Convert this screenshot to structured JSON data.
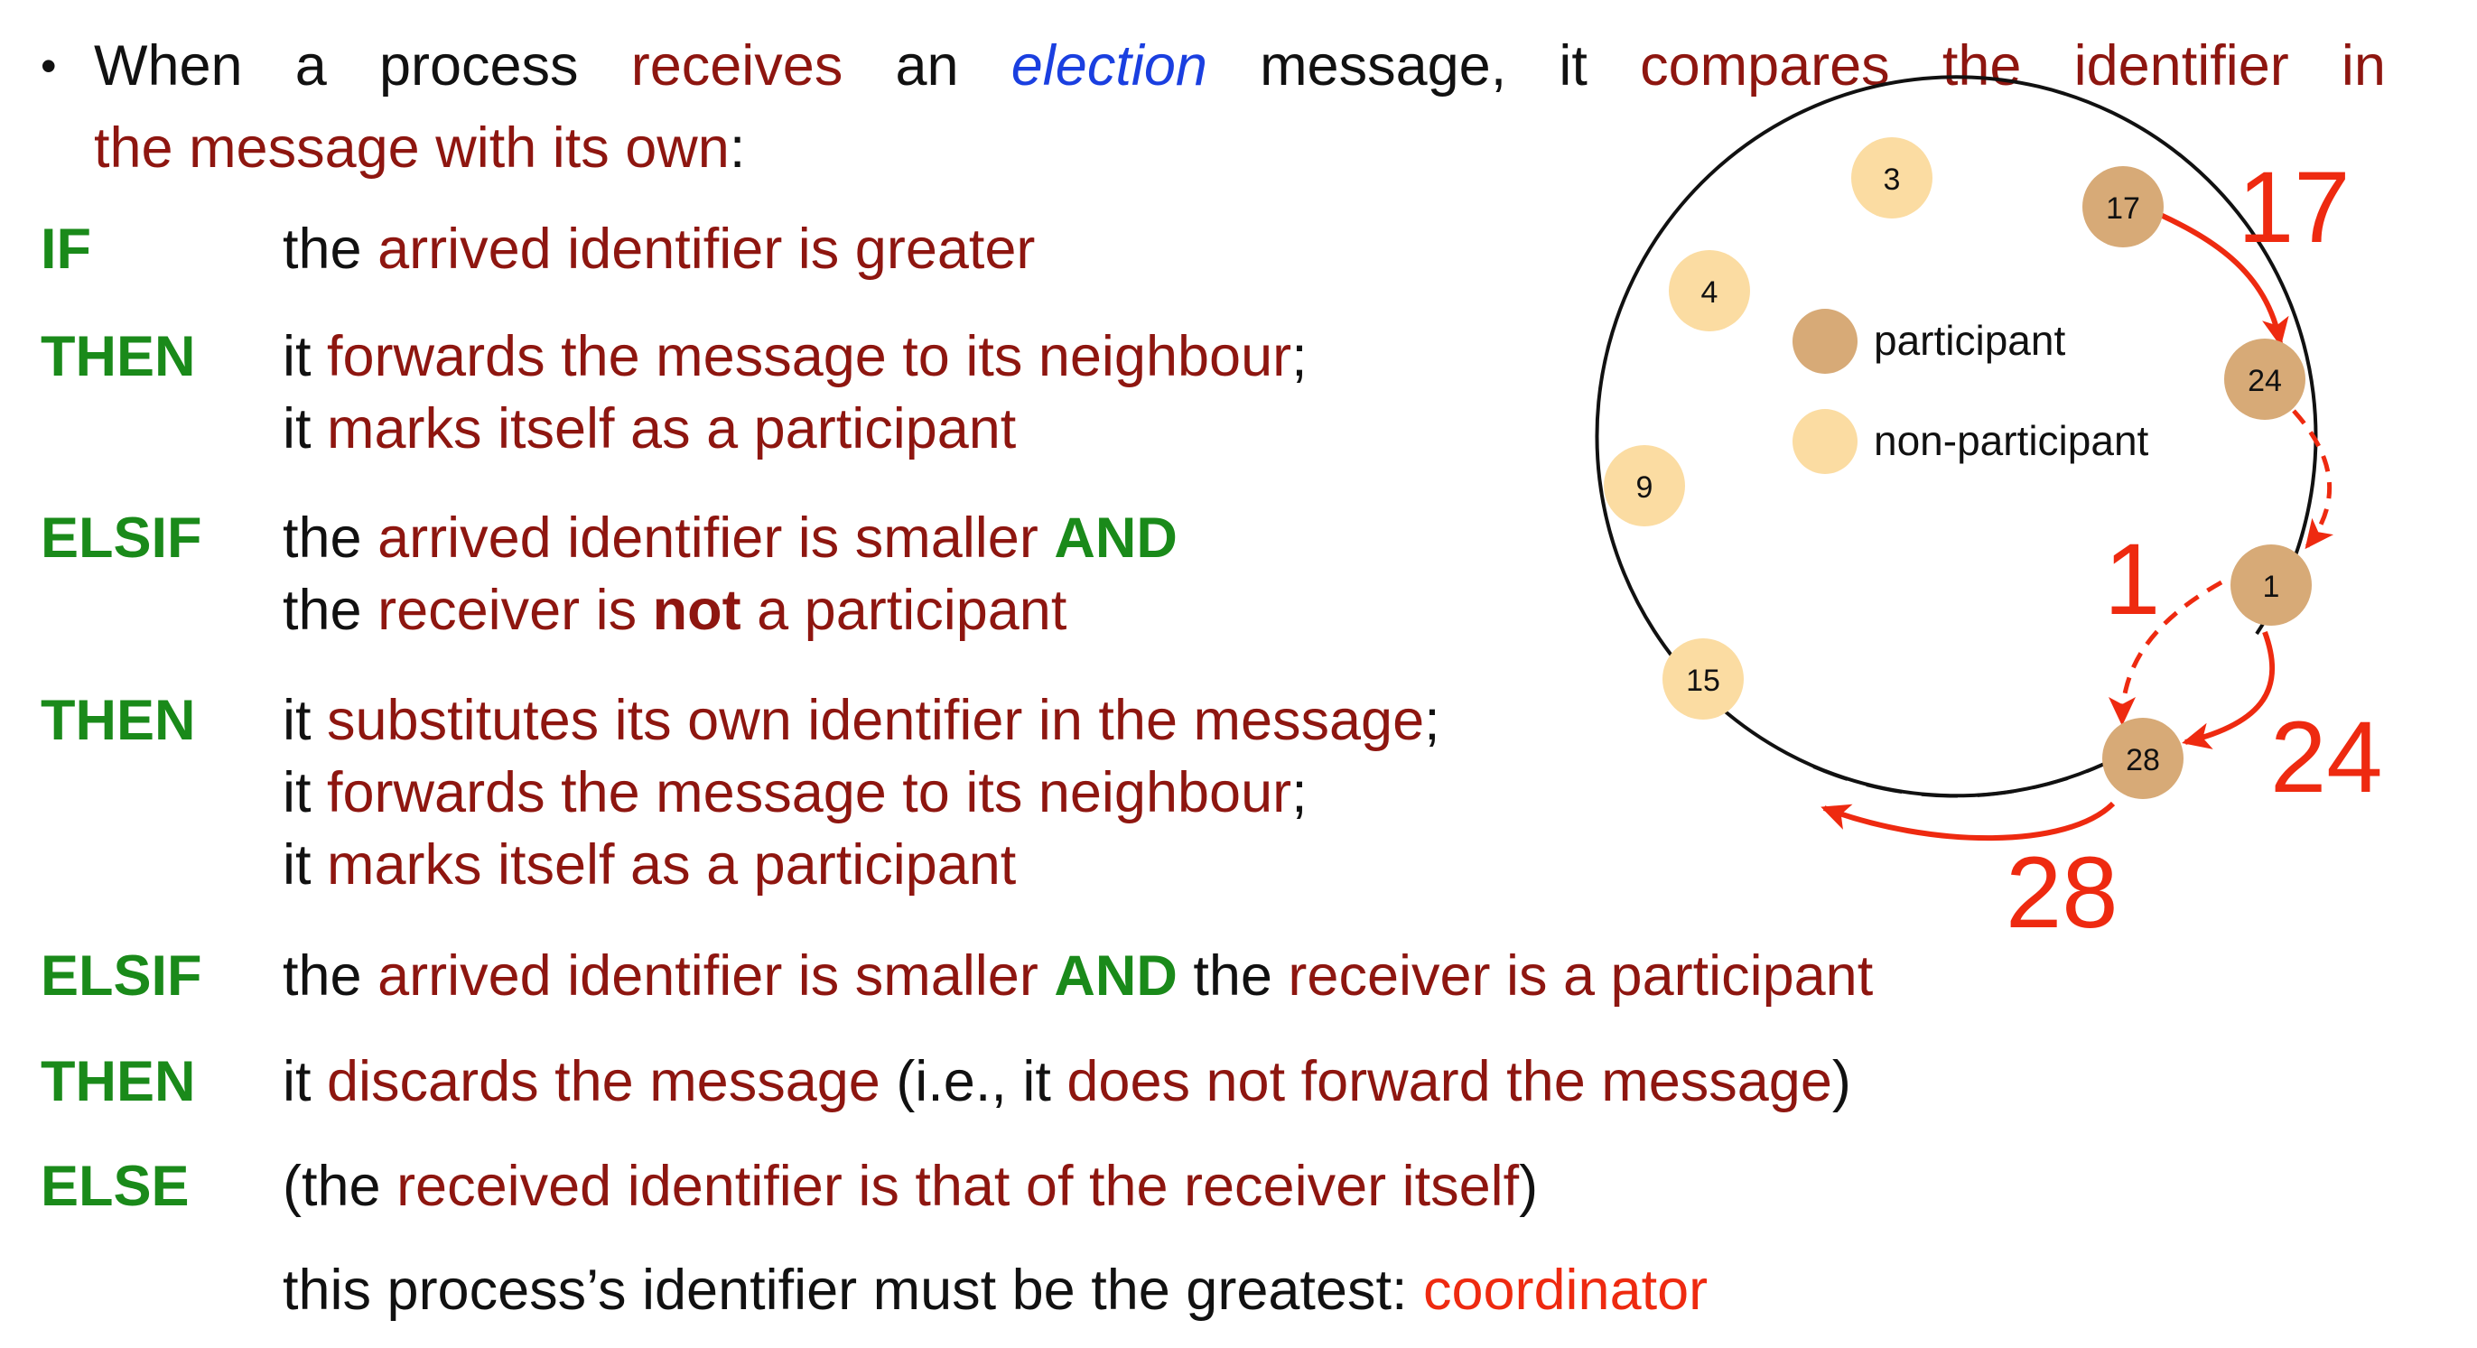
{
  "bullet": "•",
  "intro": {
    "line1": [
      "When",
      "a",
      "process",
      "receives",
      "an",
      "election",
      "message,",
      "it",
      "compares",
      "the",
      "identifier",
      "in"
    ],
    "line1_style": [
      "",
      "",
      "",
      "r",
      "",
      "b",
      "",
      "",
      "r",
      "r",
      "r",
      "r"
    ],
    "line2_red": "the message with its own",
    "line2_tail": ":"
  },
  "rules": [
    {
      "keyword": "IF",
      "lines": [
        [
          [
            "the ",
            ""
          ],
          [
            "arrived identifier is greater",
            "r"
          ]
        ]
      ]
    },
    {
      "keyword": "THEN",
      "lines": [
        [
          [
            "it ",
            ""
          ],
          [
            "forwards the message to its neighbour",
            "r"
          ],
          [
            ";",
            ""
          ]
        ],
        [
          [
            "it ",
            ""
          ],
          [
            "marks itself as a participant",
            "r"
          ]
        ]
      ]
    },
    {
      "keyword": "ELSIF",
      "lines": [
        [
          [
            "the ",
            ""
          ],
          [
            "arrived identifier is smaller ",
            "r"
          ],
          [
            "AND",
            "g"
          ]
        ],
        [
          [
            "the ",
            ""
          ],
          [
            "receiver is ",
            "r"
          ],
          [
            "not",
            "nb"
          ],
          [
            " a participant",
            "r"
          ]
        ]
      ]
    },
    {
      "keyword": "THEN",
      "lines": [
        [
          [
            "it ",
            ""
          ],
          [
            "substitutes its own identifier in the message",
            "r"
          ],
          [
            ";",
            ""
          ]
        ],
        [
          [
            "it ",
            ""
          ],
          [
            "forwards the message to its neighbour",
            "r"
          ],
          [
            ";",
            ""
          ]
        ],
        [
          [
            "it ",
            ""
          ],
          [
            "marks itself as a participant",
            "r"
          ]
        ]
      ]
    },
    {
      "keyword": "ELSIF",
      "lines": [
        [
          [
            "the ",
            ""
          ],
          [
            "arrived identifier is smaller ",
            "r"
          ],
          [
            "AND",
            "g"
          ],
          [
            " the ",
            ""
          ],
          [
            "receiver is a participant",
            "r"
          ]
        ]
      ]
    },
    {
      "keyword": "THEN",
      "lines": [
        [
          [
            "it ",
            ""
          ],
          [
            "discards the message",
            "r"
          ],
          [
            " (i.e., it ",
            ""
          ],
          [
            "does not forward the message",
            "r"
          ],
          [
            ")",
            ""
          ]
        ]
      ]
    },
    {
      "keyword": "ELSE",
      "lines": [
        [
          [
            "(the ",
            ""
          ],
          [
            "received identifier is that of the receiver itself",
            "r"
          ],
          [
            ")",
            ""
          ]
        ]
      ]
    },
    {
      "keyword": "",
      "lines": [
        [
          [
            "this process’s identifier must be the greatest: ",
            ""
          ],
          [
            "coordinator",
            "c"
          ]
        ]
      ]
    }
  ],
  "diagram": {
    "nodes": [
      {
        "id": "3",
        "role": "non-participant"
      },
      {
        "id": "17",
        "role": "participant"
      },
      {
        "id": "24",
        "role": "participant"
      },
      {
        "id": "1",
        "role": "participant"
      },
      {
        "id": "28",
        "role": "participant"
      },
      {
        "id": "15",
        "role": "non-participant"
      },
      {
        "id": "9",
        "role": "non-participant"
      },
      {
        "id": "4",
        "role": "non-participant"
      }
    ],
    "legend": {
      "participant": "participant",
      "non_participant": "non-participant"
    },
    "message_labels": {
      "m17": "17",
      "m1": "1",
      "m24": "24",
      "m28": "28"
    },
    "colors": {
      "participant": "#d7aa77",
      "non_participant": "#fbdca2",
      "arrow": "#ee2a10",
      "keyword": "#1a8a1a",
      "emphasis": "#8e1610",
      "italic": "#1a3fe0"
    }
  }
}
